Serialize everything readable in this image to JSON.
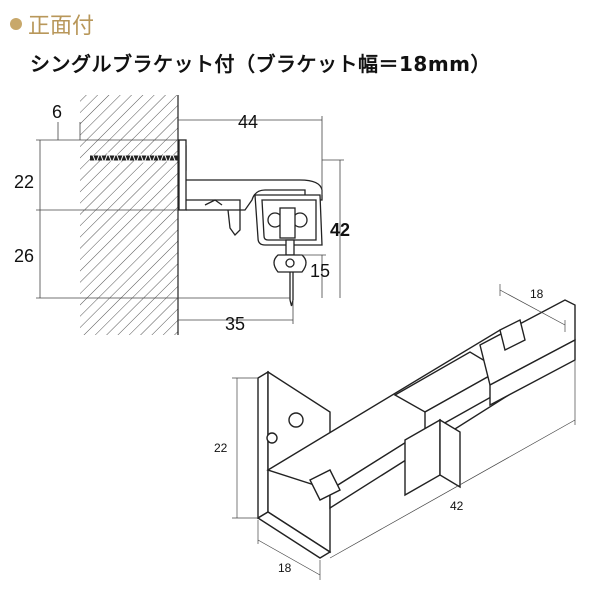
{
  "header": {
    "section_title": "正面付",
    "subtitle": "シングルブラケット付（ブラケット幅＝18mm）"
  },
  "side_view": {
    "dimensions": {
      "screw_offset": "6",
      "bracket_height": "22",
      "lower_height": "26",
      "projection": "44",
      "total_height": "42",
      "hook_drop": "15",
      "hook_projection": "35"
    }
  },
  "iso_view": {
    "dimensions": {
      "top_width": "18",
      "plate_height": "22",
      "length": "42",
      "bottom_width": "18"
    }
  },
  "colors": {
    "bullet": "#c8a86b",
    "title": "#b8975a",
    "line": "#222222",
    "dim_line": "#444444"
  }
}
